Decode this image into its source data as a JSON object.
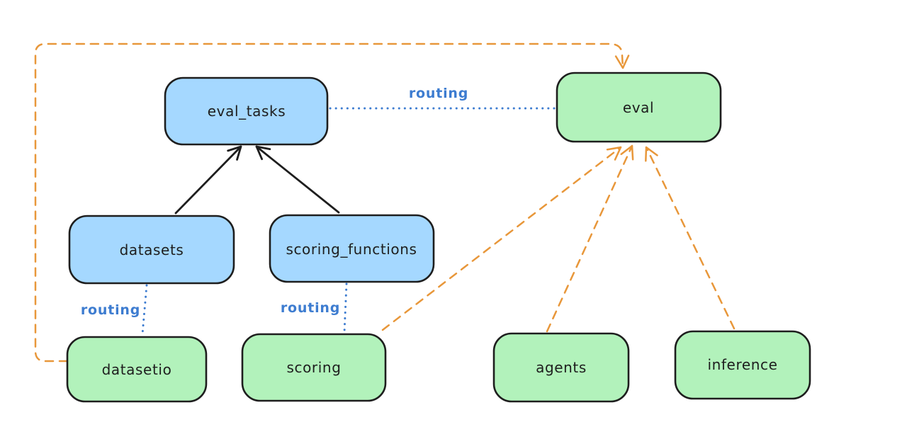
{
  "nodes": {
    "eval_tasks": {
      "label": "eval_tasks"
    },
    "eval": {
      "label": "eval"
    },
    "datasets": {
      "label": "datasets"
    },
    "scoring_functions": {
      "label": "scoring_functions"
    },
    "datasetio": {
      "label": "datasetio"
    },
    "scoring": {
      "label": "scoring"
    },
    "agents": {
      "label": "agents"
    },
    "inference": {
      "label": "inference"
    }
  },
  "edge_labels": {
    "eval_tasks_to_eval": "routing",
    "datasets_to_datasetio": "routing",
    "scoring_functions_to_scoring": "routing"
  },
  "colors": {
    "api_box_fill": "#a5d8ff",
    "provider_box_fill": "#b2f2bb",
    "box_stroke": "#1e1e1e",
    "routing_blue": "#3d7cd0",
    "provider_arrow_orange": "#e8973a",
    "dependency_arrow_black": "#1e1e1e",
    "background": "#ffffff"
  }
}
